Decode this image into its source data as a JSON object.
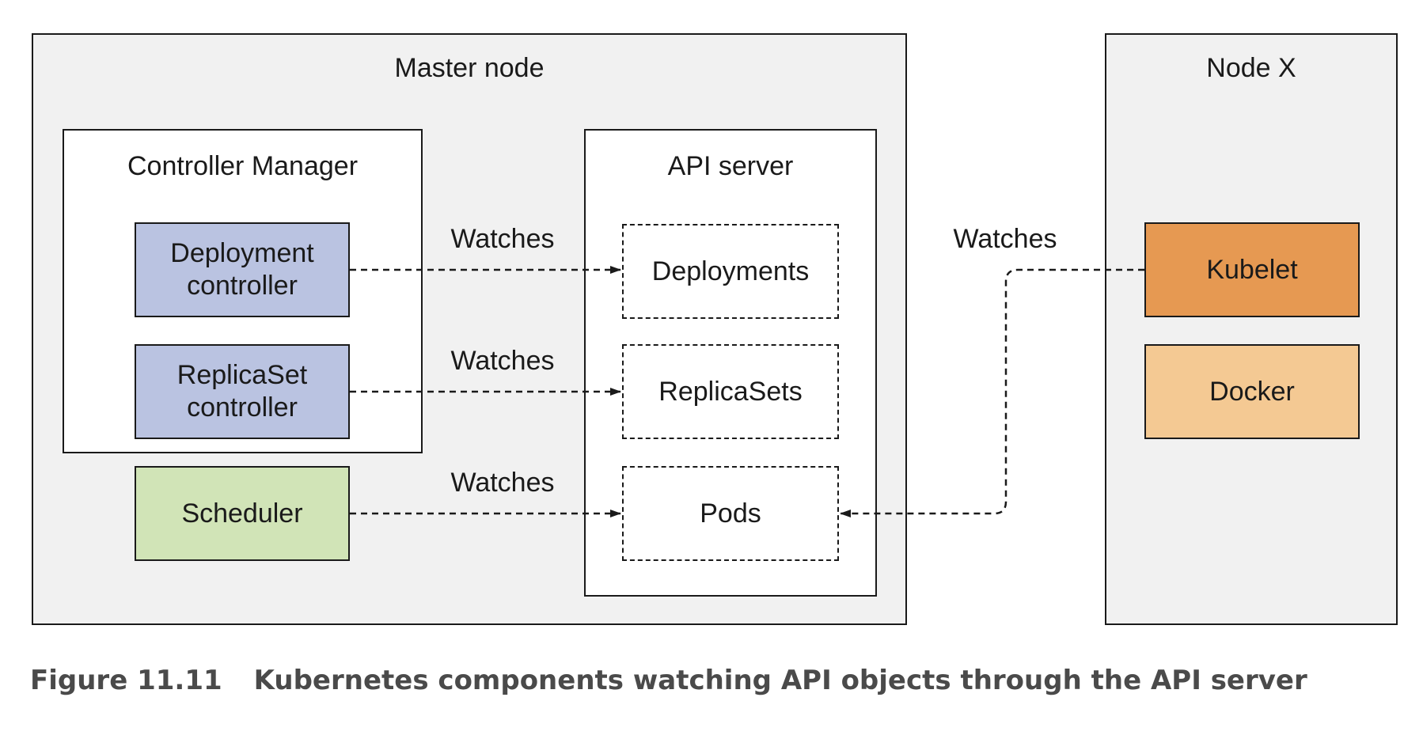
{
  "master_node": {
    "title": "Master node",
    "controller_manager": {
      "title": "Controller Manager",
      "deployment_controller": {
        "line1": "Deployment",
        "line2": "controller",
        "color": "#bac3e1"
      },
      "replicaset_controller": {
        "line1": "ReplicaSet",
        "line2": "controller",
        "color": "#bac3e1"
      }
    },
    "scheduler": {
      "label": "Scheduler",
      "color": "#d1e4b7"
    },
    "api_server": {
      "title": "API server",
      "resources": [
        "Deployments",
        "ReplicaSets",
        "Pods"
      ]
    }
  },
  "node_x": {
    "title": "Node X",
    "kubelet": {
      "label": "Kubelet",
      "color": "#e69952"
    },
    "docker": {
      "label": "Docker",
      "color": "#f4c993"
    }
  },
  "edges": [
    {
      "label": "Watches",
      "from": "Deployment controller",
      "to": "Deployments"
    },
    {
      "label": "Watches",
      "from": "ReplicaSet controller",
      "to": "ReplicaSets"
    },
    {
      "label": "Watches",
      "from": "Scheduler",
      "to": "Pods"
    },
    {
      "label": "Watches",
      "from": "Kubelet",
      "to": "Pods"
    }
  ],
  "caption": {
    "figure_number": "Figure 11.11",
    "text": "Kubernetes components watching API objects through the API server"
  }
}
